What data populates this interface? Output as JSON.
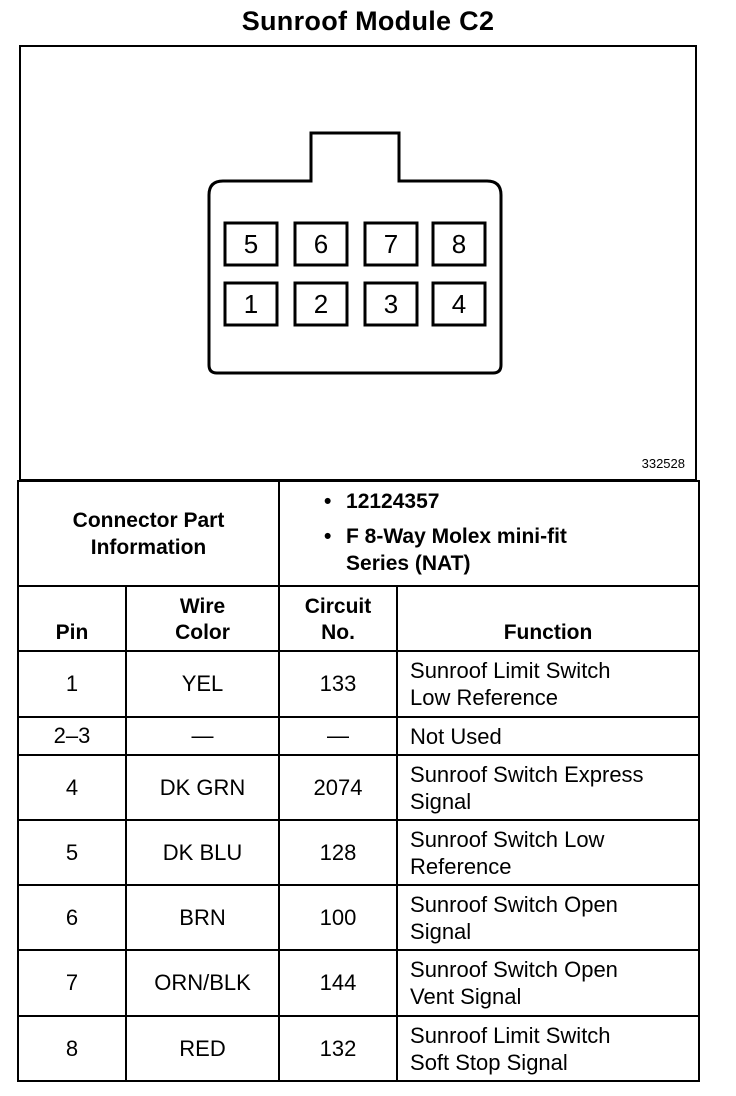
{
  "title": "Sunroof Module C2",
  "figure_number": "332528",
  "connector": {
    "pins_top": [
      "5",
      "6",
      "7",
      "8"
    ],
    "pins_bottom": [
      "1",
      "2",
      "3",
      "4"
    ]
  },
  "part_info": {
    "label": "Connector Part Information",
    "bullet": "•",
    "items": [
      "12124357",
      "F 8-Way Molex mini-fit\nSeries (NAT)"
    ]
  },
  "columns": {
    "pin": "Pin",
    "wire_color": "Wire\nColor",
    "circuit": "Circuit\nNo.",
    "function": "Function"
  },
  "rows": [
    {
      "pin": "1",
      "color": "YEL",
      "circuit": "133",
      "function": "Sunroof Limit Switch\nLow Reference"
    },
    {
      "pin": "2–3",
      "color": "—",
      "circuit": "—",
      "function": "Not Used"
    },
    {
      "pin": "4",
      "color": "DK GRN",
      "circuit": "2074",
      "function": "Sunroof Switch Express\nSignal"
    },
    {
      "pin": "5",
      "color": "DK BLU",
      "circuit": "128",
      "function": "Sunroof Switch Low\nReference"
    },
    {
      "pin": "6",
      "color": "BRN",
      "circuit": "100",
      "function": "Sunroof Switch Open\nSignal"
    },
    {
      "pin": "7",
      "color": "ORN/BLK",
      "circuit": "144",
      "function": "Sunroof Switch Open\nVent Signal"
    },
    {
      "pin": "8",
      "color": "RED",
      "circuit": "132",
      "function": "Sunroof Limit Switch\nSoft Stop Signal"
    }
  ]
}
